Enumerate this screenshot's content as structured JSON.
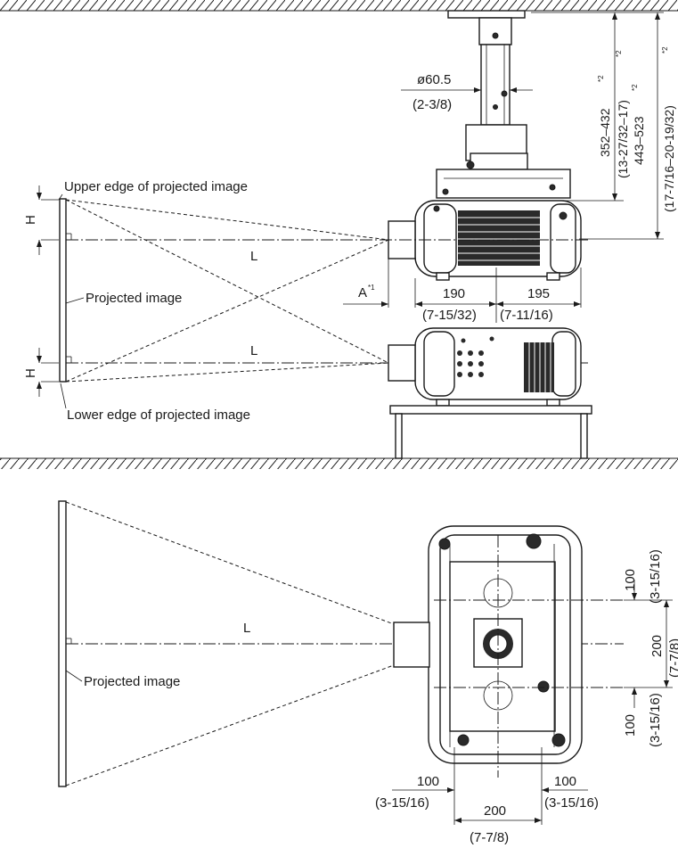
{
  "side_view": {
    "upper_edge_label": "Upper edge of projected image",
    "lower_edge_label": "Lower edge of projected image",
    "projected_image_label": "Projected image",
    "h_label": "H",
    "l_label": "L",
    "a_label": "A",
    "a_sup": "*1",
    "pipe_diameter": "ø60.5",
    "pipe_diameter_inch": "(2-3/8)",
    "dim_190": "190",
    "dim_190_inch": "(7-15/32)",
    "dim_195": "195",
    "dim_195_inch": "(7-11/16)",
    "dim_352": "352–432",
    "dim_352_inch": "(13-27/32–17)",
    "dim_443": "443–523",
    "dim_443_inch": "(17-7/16–20-19/32)",
    "sup2": "*2"
  },
  "top_view": {
    "projected_image_label": "Projected image",
    "l_label": "L",
    "dim_100_top": "100",
    "dim_100_top_inch": "(3-15/16)",
    "dim_200_right": "200",
    "dim_200_right_inch": "(7-7/8)",
    "dim_100_bottom": "100",
    "dim_100_bottom_inch": "(3-15/16)",
    "dim_100_left": "100",
    "dim_100_left_inch": "(3-15/16)",
    "dim_100_right": "100",
    "dim_100_right_inch": "(3-15/16)",
    "dim_200_bottom": "200",
    "dim_200_bottom_inch": "(7-7/8)"
  }
}
